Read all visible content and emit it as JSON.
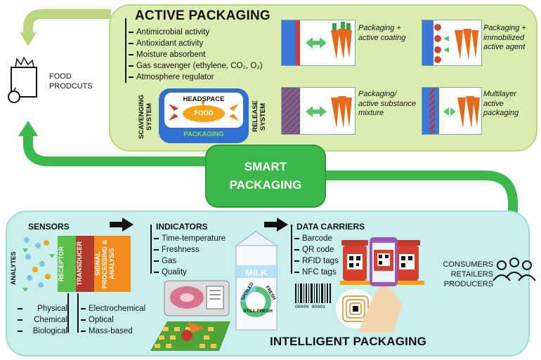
{
  "food": {
    "line1": "FOOD",
    "line2": "PRODCUTS"
  },
  "active": {
    "title": "ACTIVE PACKAGING",
    "items": [
      "Antimicrobial activity",
      "Antioxidant activity",
      "Moisture absorbent",
      "Gas scavenger (ethylene, CO₂, O₂)",
      "Atmosphere regulator"
    ],
    "headspace": "HEADSPACE",
    "food": "FOOD",
    "packaging": "PACKAGING",
    "scavenging": "SCAVENGING SYSTEM",
    "release": "RELEASE SYSTEM",
    "types": [
      "Packaging + active coating",
      "Packaging + immobilized active agent",
      "Packaging/ active substance mixture",
      "Multilayer active packaging"
    ]
  },
  "smart": {
    "line1": "SMART",
    "line2": "PACKAGING"
  },
  "intelligent": {
    "title": "INTELLIGENT PACKAGING",
    "sensors": {
      "title": "SENSORS",
      "analytes": "ANALYTES",
      "receptor": "RECEPTOR",
      "transducer": "TRANSDUCER",
      "signal": "SIGNAL PROCESSING & ANALYSIS",
      "types_left": [
        "Physical",
        "Chemical",
        "Biological"
      ],
      "types_right": [
        "Electrochemical",
        "Optical",
        "Mass-based"
      ]
    },
    "indicators": {
      "title": "INDICATORS",
      "items": [
        "Time-temperature",
        "Freshness",
        "Gas",
        "Quality"
      ]
    },
    "milk": {
      "label": "MILK",
      "spoiled": "SPOILED",
      "fresh": "FRESH",
      "still_fresh": "STILL FRESH"
    },
    "carriers": {
      "title": "DATA CARRIERS",
      "items": [
        "Barcode",
        "QR code",
        "RFID tags",
        "NFC tags"
      ]
    },
    "barcode_num": "00000  00001"
  },
  "consumers": {
    "items": [
      "CONSUMERS",
      "RETAILERS",
      "PRODUCERS"
    ]
  },
  "colors": {
    "green": "#3cb84b",
    "light_green": "#dbecb0",
    "teal": "#c9efec",
    "orange": "#f28c1e",
    "blue": "#2a6fd6"
  }
}
